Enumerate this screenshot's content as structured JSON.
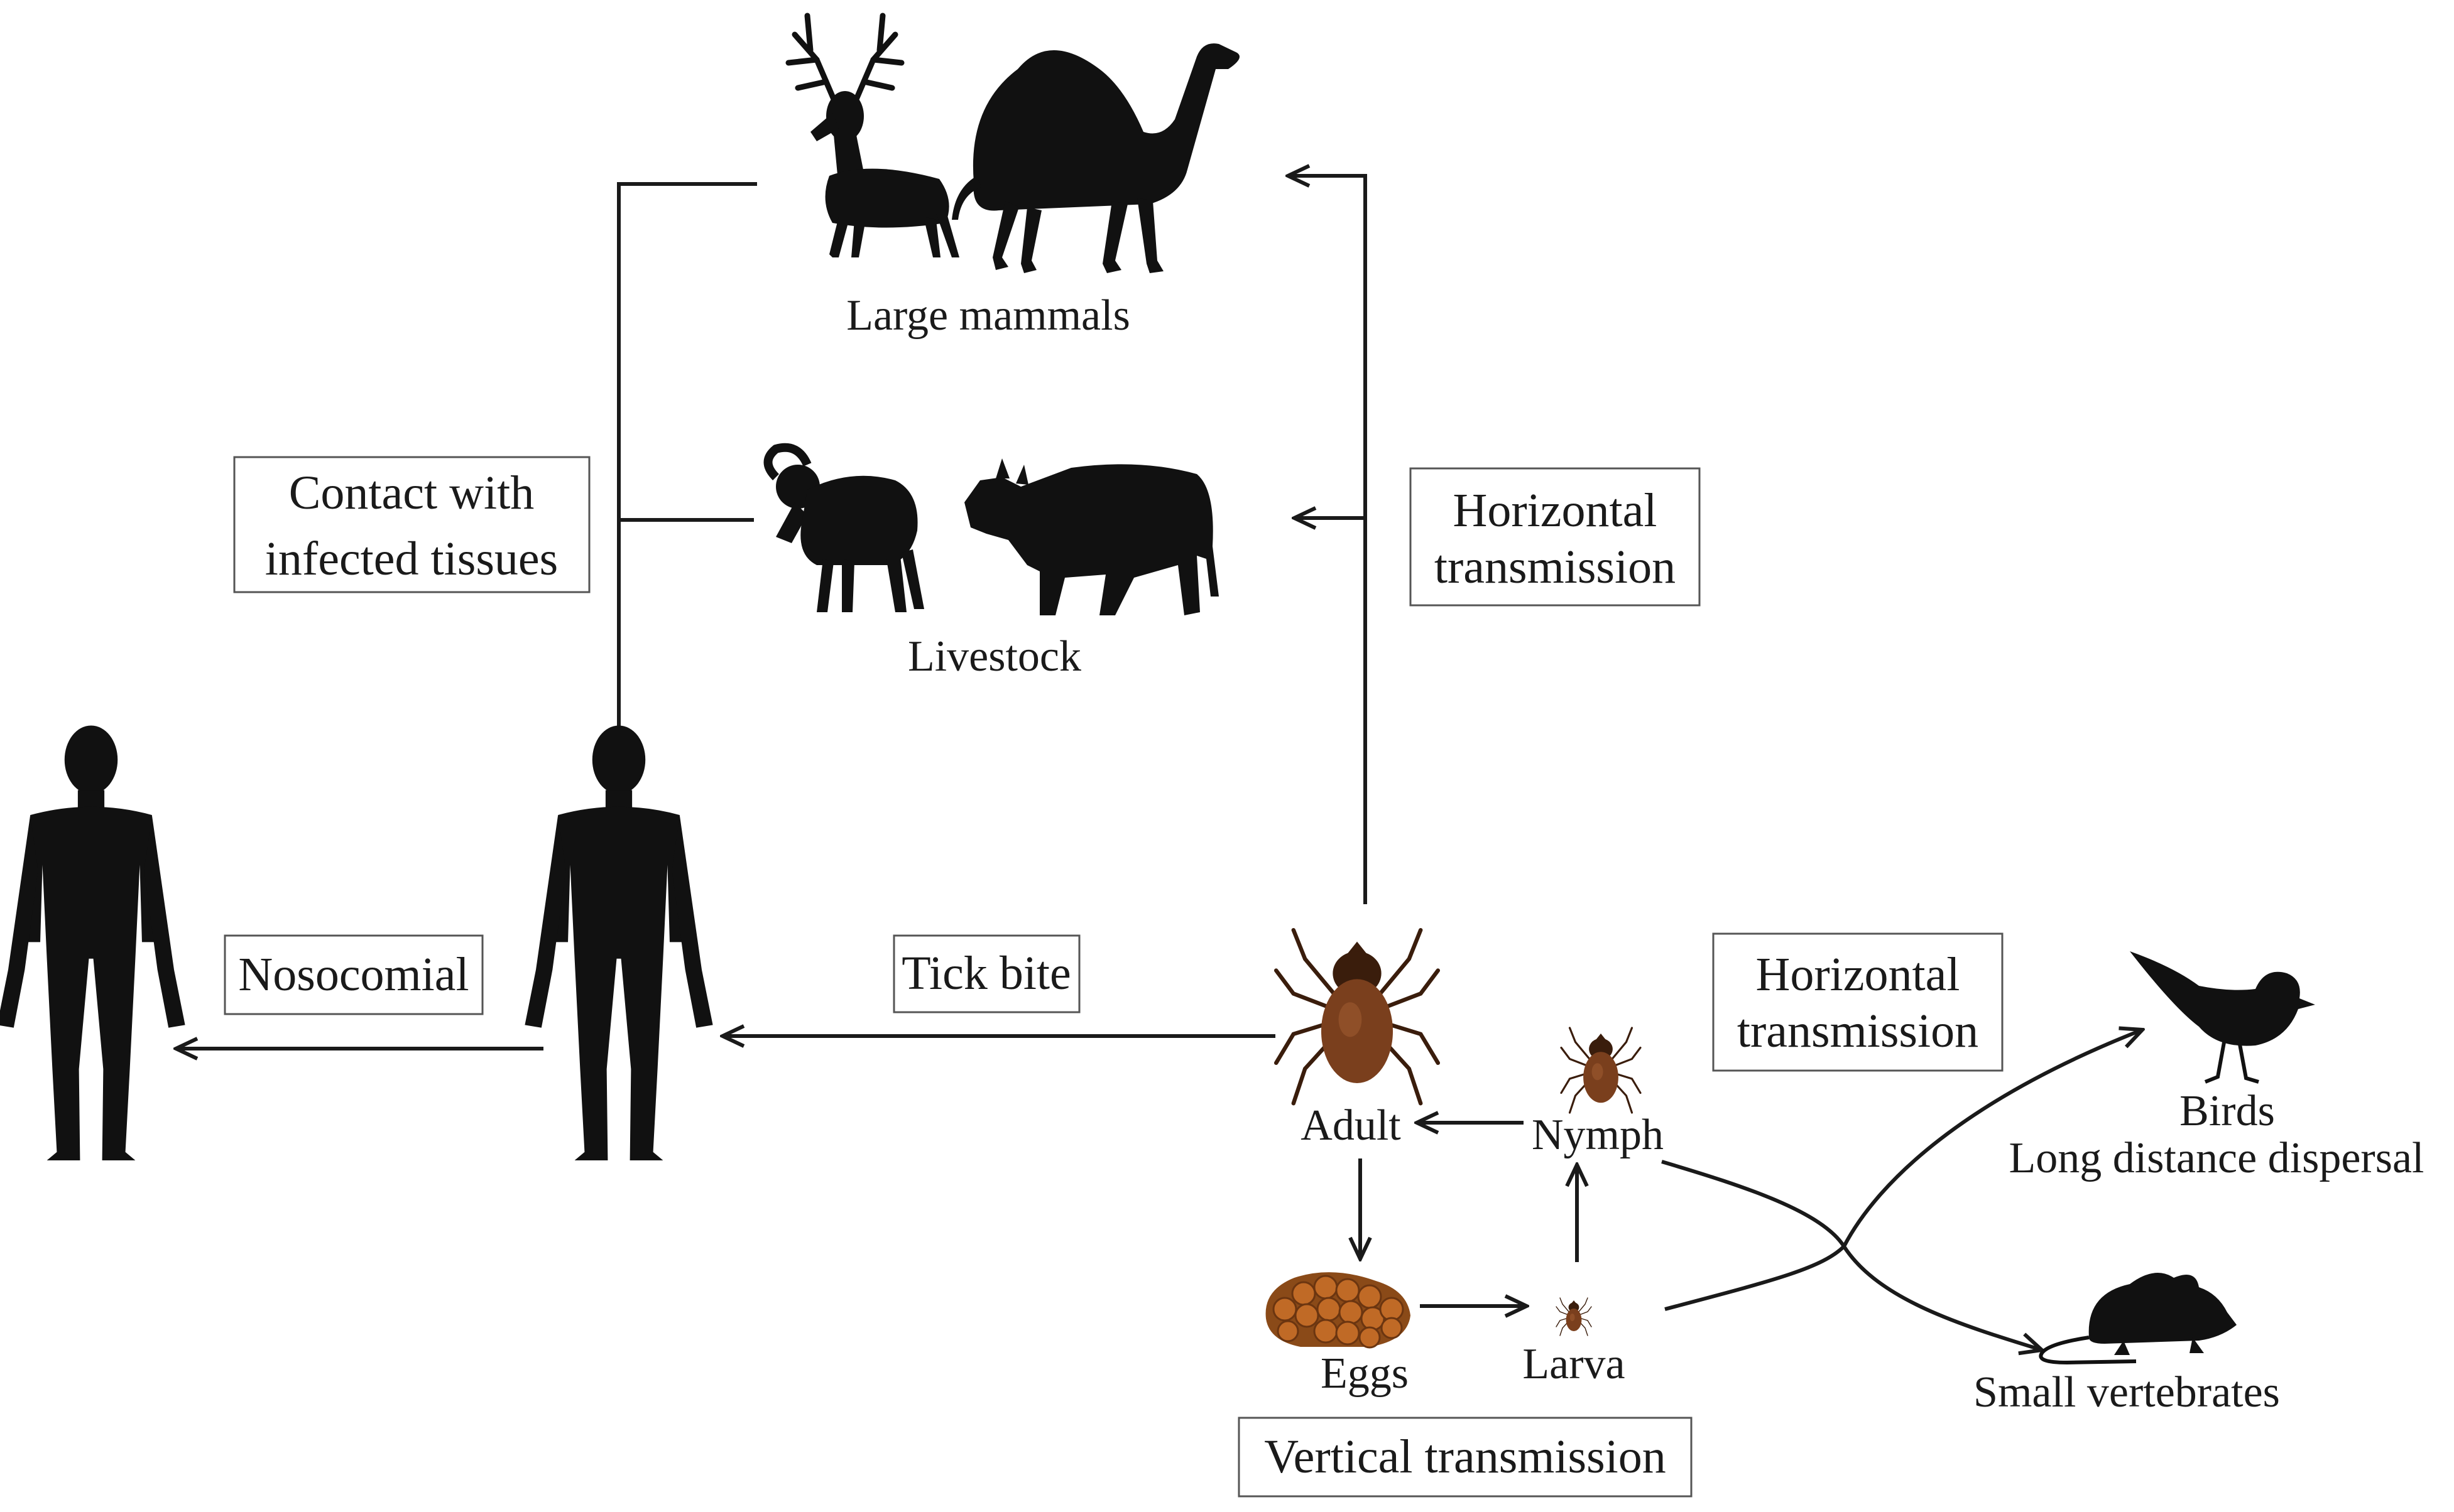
{
  "colors": {
    "silhouette": "#111111",
    "line": "#1a1a1a",
    "tick_brown": "#7a3f1d",
    "tick_dark": "#3a1d0c",
    "egg": "#b5651d",
    "box_border": "#555555"
  },
  "hosts": {
    "large_mammals": "Large mammals",
    "livestock": "Livestock",
    "birds": "Birds",
    "birds_note": "Long distance dispersal",
    "small_vertebrates": "Small vertebrates"
  },
  "stages": {
    "adult": "Adult",
    "nymph": "Nymph",
    "larva": "Larva",
    "eggs": "Eggs"
  },
  "routes": {
    "contact_line1": "Contact with",
    "contact_line2": "infected tissues",
    "horizontal_top_line1": "Horizontal",
    "horizontal_top_line2": "transmission",
    "horizontal_right_line1": "Horizontal",
    "horizontal_right_line2": "transmission",
    "nosocomial": "Nosocomial",
    "tick_bite": "Tick bite",
    "vertical": "Vertical transmission"
  },
  "icons": [
    "deer-icon",
    "camel-icon",
    "sheep-icon",
    "cow-icon",
    "human-icon",
    "tick-icon",
    "bird-icon",
    "mouse-icon",
    "eggs-icon"
  ]
}
